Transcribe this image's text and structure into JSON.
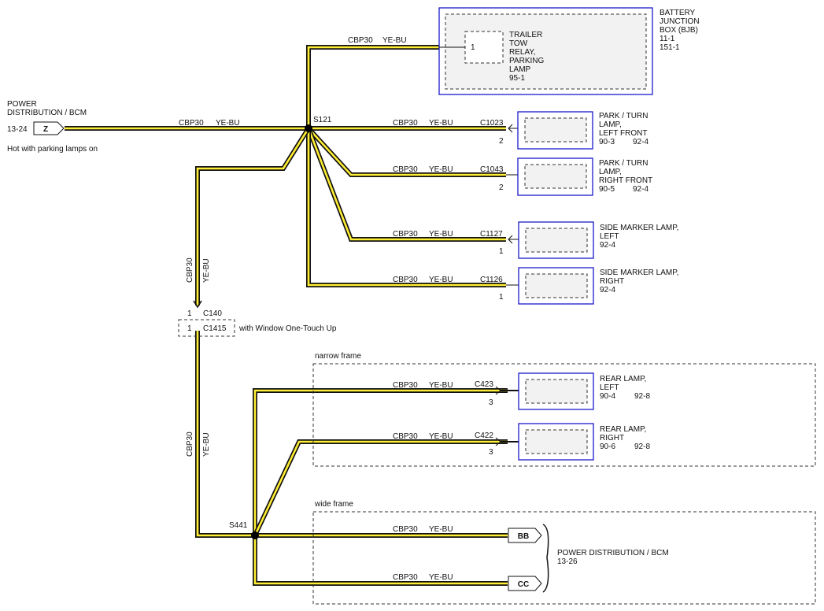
{
  "source": {
    "title_lines": [
      "POWER",
      "DISTRIBUTION / BCM"
    ],
    "pin": "13-24",
    "terminal": "Z",
    "note": "Hot with parking lamps on"
  },
  "wire": {
    "circuit": "CBP30",
    "color": "YE-BU"
  },
  "bjb": {
    "title_lines": [
      "BATTERY",
      "JUNCTION",
      "BOX (BJB)",
      "11-1",
      "151-1"
    ],
    "relay_lines": [
      "TRAILER",
      "TOW",
      "RELAY,",
      "PARKING",
      "LAMP",
      "95-1"
    ],
    "pin": "1"
  },
  "splices": {
    "s121": "S121",
    "s441": "S441"
  },
  "lamps": [
    {
      "id": "park-turn-left-front",
      "connector": "C1023",
      "pin": "2",
      "lines": [
        "PARK / TURN",
        "LAMP,",
        "LEFT FRONT"
      ],
      "refs": [
        "90-3",
        "92-4"
      ]
    },
    {
      "id": "park-turn-right-front",
      "connector": "C1043",
      "pin": "2",
      "lines": [
        "PARK / TURN",
        "LAMP,",
        "RIGHT FRONT"
      ],
      "refs": [
        "90-5",
        "92-4"
      ]
    },
    {
      "id": "side-marker-left",
      "connector": "C1127",
      "pin": "1",
      "lines": [
        "SIDE MARKER LAMP,",
        "LEFT",
        "92-4"
      ],
      "refs": []
    },
    {
      "id": "side-marker-right",
      "connector": "C1126",
      "pin": "1",
      "lines": [
        "SIDE MARKER LAMP,",
        "RIGHT",
        "92-4"
      ],
      "refs": []
    },
    {
      "id": "rear-lamp-left",
      "connector": "C423",
      "pin": "3",
      "lines": [
        "REAR LAMP,",
        "LEFT"
      ],
      "refs": [
        "90-4",
        "92-8"
      ]
    },
    {
      "id": "rear-lamp-right",
      "connector": "C422",
      "pin": "3",
      "lines": [
        "REAR LAMP,",
        "RIGHT"
      ],
      "refs": [
        "90-6",
        "92-8"
      ]
    }
  ],
  "inline": {
    "c140": {
      "pin": "1",
      "label": "C140"
    },
    "c1415": {
      "pin": "1",
      "label": "C1415",
      "note": "with Window One-Touch Up"
    }
  },
  "frames": {
    "narrow": "narrow frame",
    "wide": "wide frame"
  },
  "bcm_out": {
    "terminals": [
      "BB",
      "CC"
    ],
    "title": "POWER DISTRIBUTION / BCM",
    "ref": "13-26"
  }
}
